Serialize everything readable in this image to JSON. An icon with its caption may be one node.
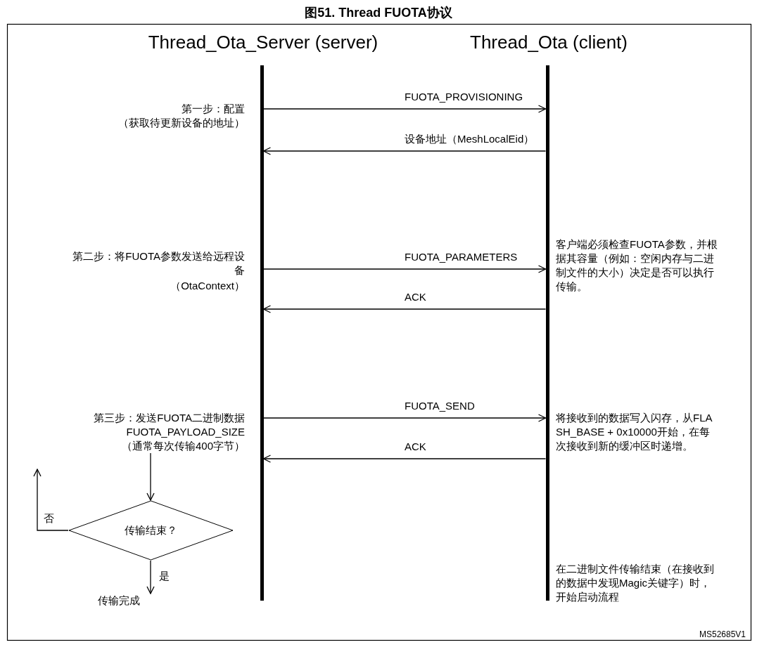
{
  "diagram": {
    "title": "图51. Thread FUOTA协议",
    "nodes": [
      {
        "text": [
          "Thread_Ota_Server (server)"
        ]
      },
      {
        "text": [
          "Thread_Ota (client)"
        ]
      },
      {
        "text": [
          "第三步：发送FUOTA二进制数据",
          "FUOTA_PAYLOAD_SIZE",
          "（通常每次传输400字节）"
        ]
      },
      {
        "text": [
          "传输结束？"
        ]
      },
      {
        "text": [
          "传输完成"
        ]
      }
    ],
    "edges": [
      {
        "from": 0,
        "to": 1,
        "arrow": "to",
        "label": "FUOTA_PROVISIONING"
      },
      {
        "from": 1,
        "to": 0,
        "arrow": "to",
        "label": "设备地址（MeshLocalEid）"
      },
      {
        "from": 0,
        "to": 1,
        "arrow": "to",
        "label": "FUOTA_PARAMETERS"
      },
      {
        "from": 1,
        "to": 0,
        "arrow": "to",
        "label": "ACK"
      },
      {
        "from": 0,
        "to": 1,
        "arrow": "to",
        "label": "FUOTA_SEND"
      },
      {
        "from": 1,
        "to": 0,
        "arrow": "to",
        "label": "ACK"
      },
      {
        "from": 2,
        "to": 3,
        "arrow": "to"
      },
      {
        "from": 3,
        "to": 4,
        "arrow": "to",
        "label": "是"
      },
      {
        "from": 3,
        "to": null,
        "arrow": "to",
        "label": "否"
      }
    ],
    "labels": [
      "第一步：配置",
      "（获取待更新设备的地址）",
      "第二步：将FUOTA参数发送给远程设备",
      "（OtaContext）",
      "客户端必须检查FUOTA参数，并根据其容量（例如：空闲内存与二进制文件的大小）决定是否可以执行传输。",
      "将接收到的数据写入闪存，从FLASH_BASE + 0x10000开始，在每次接收到新的缓冲区时递增。",
      "在二进制文件传输结束（在接收到的数据中发现Magic关键字）时，开始启动流程",
      "MS52685V1"
    ]
  }
}
